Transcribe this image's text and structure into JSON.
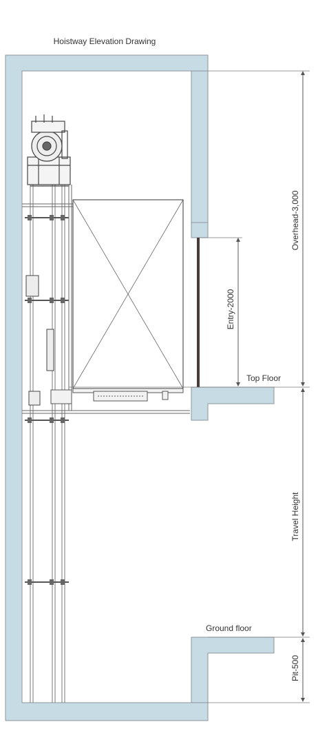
{
  "title": "Hoistway Elevation Drawing",
  "labels": {
    "top_floor": "Top Floor",
    "ground_floor": "Ground floor"
  },
  "dimensions": {
    "overhead": "Overhead-3,000",
    "entry": "Entry-2000",
    "travel_height": "Travel Height",
    "pit": "Pit-500"
  },
  "colors": {
    "wall_fill": "#c6dbe4",
    "wall_stroke": "#8c959b",
    "line": "#555555"
  }
}
